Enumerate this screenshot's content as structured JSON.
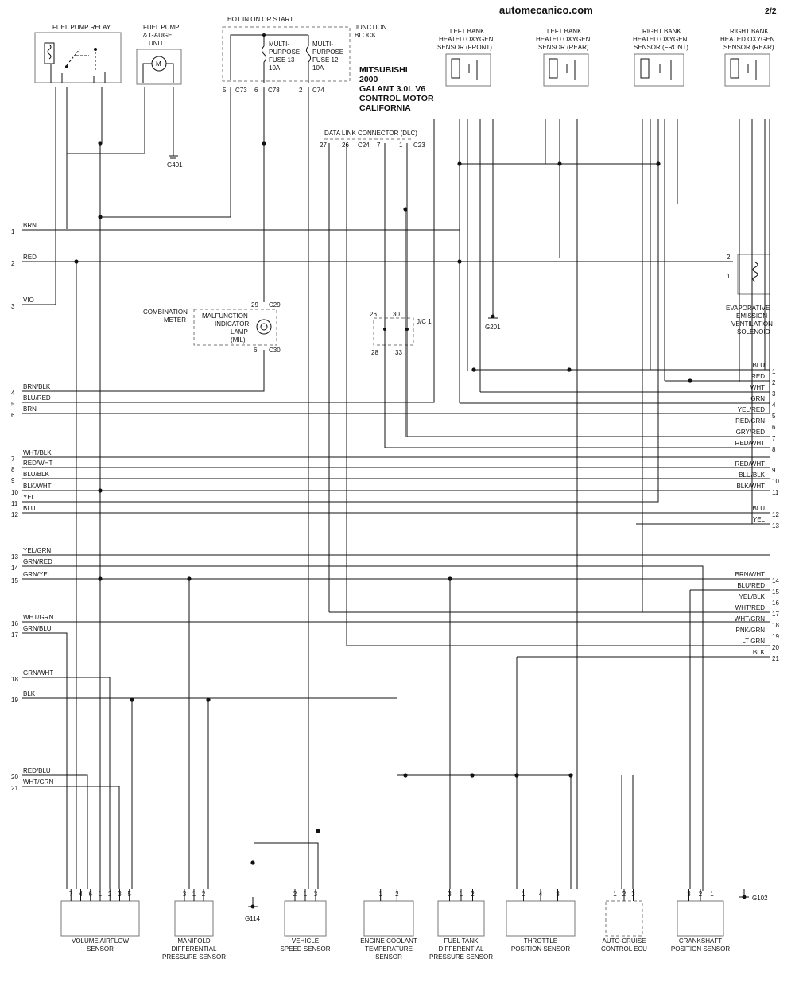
{
  "header": {
    "site": "automecanico.com",
    "page": "2/2",
    "title_lines": [
      "MITSUBISHI",
      "2000",
      "GALANT 3.0L V6",
      "CONTROL MOTOR",
      "CALIFORNIA"
    ]
  },
  "components": {
    "fuel_pump_relay": "FUEL PUMP RELAY",
    "fuel_pump_unit": [
      "FUEL PUMP",
      "& GAUGE",
      "UNIT"
    ],
    "hot_in_on": "HOT IN ON OR START",
    "junction_block": [
      "JUNCTION",
      "BLOCK"
    ],
    "fuse13": [
      "MULTI-",
      "PURPOSE",
      "FUSE 13",
      "10A"
    ],
    "fuse12": [
      "MULTI-",
      "PURPOSE",
      "FUSE 12",
      "10A"
    ],
    "lb_front": [
      "LEFT BANK",
      "HEATED OXYGEN",
      "SENSOR (FRONT)"
    ],
    "lb_rear": [
      "LEFT BANK",
      "HEATED OXYGEN",
      "SENSOR (REAR)"
    ],
    "rb_front": [
      "RIGHT BANK",
      "HEATED OXYGEN",
      "SENSOR (FRONT)"
    ],
    "rb_rear": [
      "RIGHT BANK",
      "HEATED OXYGEN",
      "SENSOR (REAR)"
    ],
    "dlc": "DATA LINK CONNECTOR (DLC)",
    "combination_meter": [
      "COMBINATION",
      "METER"
    ],
    "mil": [
      "MALFUNCTION",
      "INDICATOR",
      "LAMP",
      "(MIL)"
    ],
    "jc1": "J/C 1",
    "evap": [
      "EVAPORATIVE",
      "EMISSION",
      "VENTILATION",
      "SOLENOID"
    ],
    "g401": "G401",
    "g201": "G201",
    "g114": "G114",
    "g102": "G102"
  },
  "connectors": {
    "c73": "C73",
    "c78": "C78",
    "c74": "C74",
    "c24": "C24",
    "c23": "C23",
    "c29": "C29",
    "c30": "C30"
  },
  "bottom_components": [
    {
      "name": [
        "VOLUME AIRFLOW",
        "SENSOR"
      ]
    },
    {
      "name": [
        "MANIFOLD",
        "DIFFERENTIAL",
        "PRESSURE SENSOR"
      ]
    },
    {
      "name": [
        "VEHICLE",
        "SPEED SENSOR"
      ]
    },
    {
      "name": [
        "ENGINE COOLANT",
        "TEMPERATURE",
        "SENSOR"
      ]
    },
    {
      "name": [
        "FUEL TANK",
        "DIFFERENTIAL",
        "PRESSURE SENSOR"
      ]
    },
    {
      "name": [
        "THROTTLE",
        "POSITION SENSOR"
      ]
    },
    {
      "name": [
        "AUTO-CRUISE",
        "CONTROL ECU"
      ]
    },
    {
      "name": [
        "CRANKSHAFT",
        "POSITION SENSOR"
      ]
    }
  ],
  "left_pins": [
    {
      "n": "1",
      "label": "BRN"
    },
    {
      "n": "2",
      "label": "RED"
    },
    {
      "n": "3",
      "label": "VIO"
    },
    {
      "n": "4",
      "label": "BRN/BLK"
    },
    {
      "n": "5",
      "label": "BLU/RED"
    },
    {
      "n": "6",
      "label": "BRN"
    },
    {
      "n": "7",
      "label": "WHT/BLK"
    },
    {
      "n": "8",
      "label": "RED/WHT"
    },
    {
      "n": "9",
      "label": "BLU/BLK"
    },
    {
      "n": "10",
      "label": "BLK/WHT"
    },
    {
      "n": "11",
      "label": "YEL"
    },
    {
      "n": "12",
      "label": "BLU"
    },
    {
      "n": "13",
      "label": "YEL/GRN"
    },
    {
      "n": "14",
      "label": "GRN/RED"
    },
    {
      "n": "15",
      "label": "GRN/YEL"
    },
    {
      "n": "16",
      "label": "WHT/GRN"
    },
    {
      "n": "17",
      "label": "GRN/BLU"
    },
    {
      "n": "18",
      "label": "GRN/WHT"
    },
    {
      "n": "19",
      "label": "BLK"
    },
    {
      "n": "20",
      "label": "RED/BLU"
    },
    {
      "n": "21",
      "label": "WHT/GRN"
    }
  ],
  "right_pins": [
    {
      "n": "1",
      "label": "BLU"
    },
    {
      "n": "2",
      "label": "RED"
    },
    {
      "n": "3",
      "label": "WHT"
    },
    {
      "n": "4",
      "label": "GRN"
    },
    {
      "n": "5",
      "label": "YEL/RED"
    },
    {
      "n": "6",
      "label": "RED/GRN"
    },
    {
      "n": "7",
      "label": "GRY/RED"
    },
    {
      "n": "8",
      "label": "RED/WHT"
    },
    {
      "n": "9",
      "label": "RED/WHT"
    },
    {
      "n": "10",
      "label": "BLU/BLK"
    },
    {
      "n": "11",
      "label": "BLK/WHT"
    },
    {
      "n": "12",
      "label": "BLU"
    },
    {
      "n": "13",
      "label": "YEL"
    },
    {
      "n": "14",
      "label": "BRN/WHT"
    },
    {
      "n": "15",
      "label": "BLU/RED"
    },
    {
      "n": "16",
      "label": "YEL/BLK"
    },
    {
      "n": "17",
      "label": "WHT/RED"
    },
    {
      "n": "18",
      "label": "WHT/GRN"
    },
    {
      "n": "19",
      "label": "PNK/GRN"
    },
    {
      "n": "20",
      "label": "LT GRN"
    },
    {
      "n": "21",
      "label": "BLK"
    }
  ]
}
